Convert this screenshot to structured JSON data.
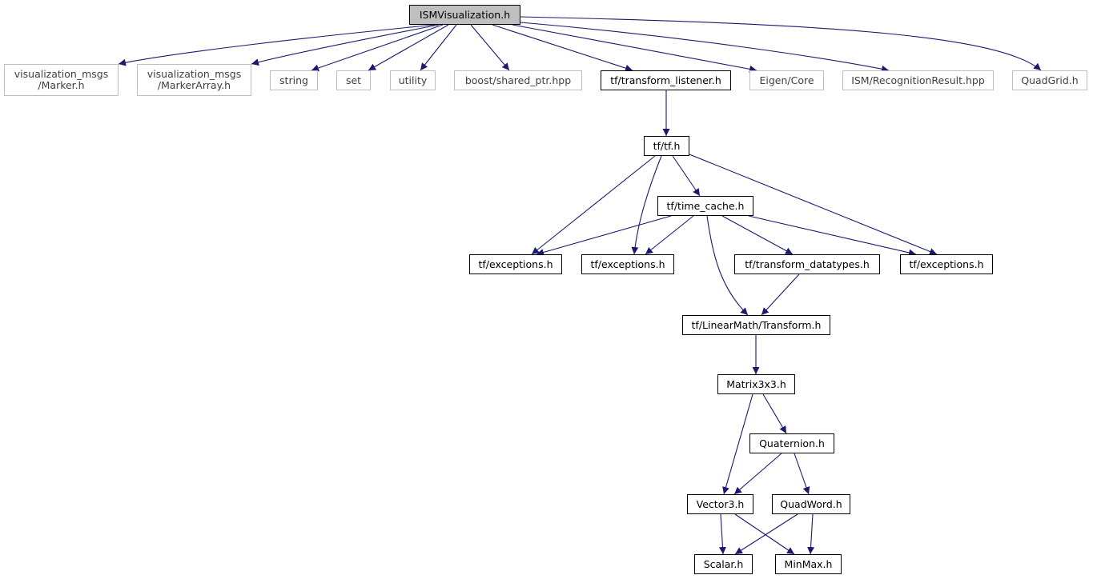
{
  "graph": {
    "nodes": {
      "root": "ISMVisualization.h",
      "marker_line1": "visualization_msgs",
      "marker_line2": "/Marker.h",
      "markerarray_line1": "visualization_msgs",
      "markerarray_line2": "/MarkerArray.h",
      "string": "string",
      "set": "set",
      "utility": "utility",
      "boost_shared_ptr": "boost/shared_ptr.hpp",
      "tf_transform_listener": "tf/transform_listener.h",
      "eigen_core": "Eigen/Core",
      "ism_recognition_result": "ISM/RecognitionResult.hpp",
      "quadgrid": "QuadGrid.h",
      "tf_tf": "tf/tf.h",
      "tf_time_cache": "tf/time_cache.h",
      "tf_exceptions_a": "tf/exceptions.h",
      "tf_exceptions_b": "tf/exceptions.h",
      "tf_transform_datatypes": "tf/transform_datatypes.h",
      "tf_exceptions_c": "tf/exceptions.h",
      "tf_linearmath_transform": "tf/LinearMath/Transform.h",
      "matrix3x3": "Matrix3x3.h",
      "quaternion": "Quaternion.h",
      "vector3": "Vector3.h",
      "quadword": "QuadWord.h",
      "scalar": "Scalar.h",
      "minmax": "MinMax.h"
    },
    "edges": [
      {
        "from": "root",
        "to": "marker"
      },
      {
        "from": "root",
        "to": "markerarray"
      },
      {
        "from": "root",
        "to": "string"
      },
      {
        "from": "root",
        "to": "set"
      },
      {
        "from": "root",
        "to": "utility"
      },
      {
        "from": "root",
        "to": "boost_shared_ptr"
      },
      {
        "from": "root",
        "to": "tf_transform_listener"
      },
      {
        "from": "root",
        "to": "eigen_core"
      },
      {
        "from": "root",
        "to": "ism_recognition_result"
      },
      {
        "from": "root",
        "to": "quadgrid"
      },
      {
        "from": "tf_transform_listener",
        "to": "tf_tf"
      },
      {
        "from": "tf_tf",
        "to": "tf_exceptions_a"
      },
      {
        "from": "tf_tf",
        "to": "tf_exceptions_b"
      },
      {
        "from": "tf_tf",
        "to": "tf_time_cache"
      },
      {
        "from": "tf_tf",
        "to": "tf_exceptions_c"
      },
      {
        "from": "tf_time_cache",
        "to": "tf_exceptions_a"
      },
      {
        "from": "tf_time_cache",
        "to": "tf_exceptions_b"
      },
      {
        "from": "tf_time_cache",
        "to": "tf_linearmath_transform"
      },
      {
        "from": "tf_time_cache",
        "to": "tf_transform_datatypes"
      },
      {
        "from": "tf_time_cache",
        "to": "tf_exceptions_c"
      },
      {
        "from": "tf_transform_datatypes",
        "to": "tf_linearmath_transform"
      },
      {
        "from": "tf_linearmath_transform",
        "to": "matrix3x3"
      },
      {
        "from": "matrix3x3",
        "to": "vector3"
      },
      {
        "from": "matrix3x3",
        "to": "quaternion"
      },
      {
        "from": "quaternion",
        "to": "vector3"
      },
      {
        "from": "quaternion",
        "to": "quadword"
      },
      {
        "from": "vector3",
        "to": "scalar"
      },
      {
        "from": "vector3",
        "to": "minmax"
      },
      {
        "from": "quadword",
        "to": "scalar"
      },
      {
        "from": "quadword",
        "to": "minmax"
      }
    ],
    "colors": {
      "edge": "#191970",
      "node_border": "#000000",
      "external_border": "#bfbfbf",
      "root_fill": "#bfbfbf",
      "external_text": "#404040"
    }
  }
}
